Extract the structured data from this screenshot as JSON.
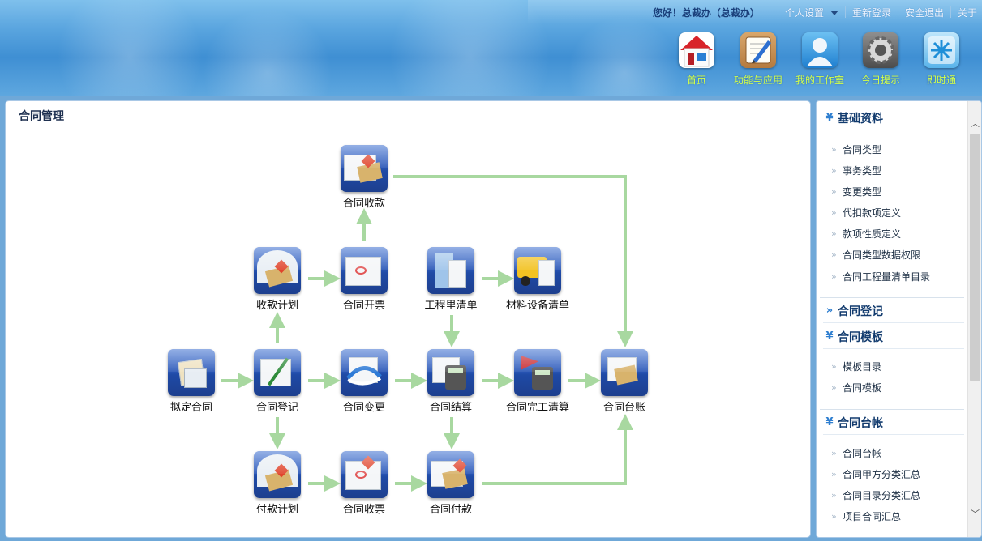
{
  "header": {
    "greeting": "您好！总裁办（总裁办）",
    "links": {
      "personal_settings": "个人设置",
      "relogin": "重新登录",
      "logout": "安全退出",
      "about": "关于"
    },
    "nav": [
      {
        "label": "首页",
        "icon": "home-icon"
      },
      {
        "label": "功能与应用",
        "icon": "pencil-icon"
      },
      {
        "label": "我的工作室",
        "icon": "user-icon"
      },
      {
        "label": "今日提示",
        "icon": "gear-icon"
      },
      {
        "label": "即时通",
        "icon": "snowflake-icon"
      }
    ],
    "nav_label_color": "#d4ff4a"
  },
  "main": {
    "title": "合同管理",
    "flow_arrow_color": "#a8d8a0",
    "nodes": {
      "draft": "拟定合同",
      "register": "合同登记",
      "change": "合同变更",
      "settle": "合同结算",
      "final_settle": "合同完工清算",
      "ledger": "合同台账",
      "receive_plan": "收款计划",
      "invoice_out": "合同开票",
      "quantities": "工程里清单",
      "materials": "材料设备清单",
      "receive": "合同收款",
      "pay_plan": "付款计划",
      "invoice_in": "合同收票",
      "pay": "合同付款"
    }
  },
  "sidebar": {
    "sections": [
      {
        "title": "基础资料",
        "expanded": true,
        "items": [
          "合同类型",
          "事务类型",
          "变更类型",
          "代扣款项定义",
          "款项性质定义",
          "合同类型数据权限",
          "合同工程量清单目录"
        ]
      },
      {
        "title": "合同登记",
        "expanded": false,
        "items": []
      },
      {
        "title": "合同模板",
        "expanded": true,
        "items": [
          "模板目录",
          "合同模板"
        ]
      },
      {
        "title": "合同台帐",
        "expanded": true,
        "items": [
          "合同台帐",
          "合同甲方分类汇总",
          "合同目录分类汇总",
          "项目合同汇总"
        ]
      }
    ]
  }
}
